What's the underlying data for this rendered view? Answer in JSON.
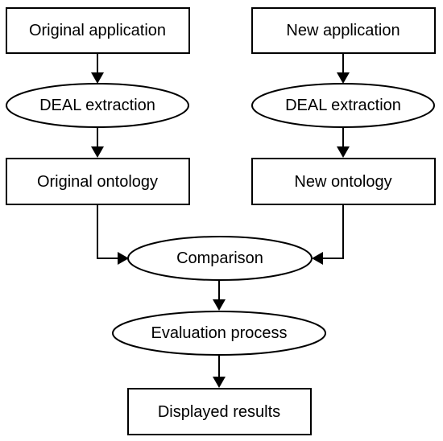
{
  "nodes": {
    "original_application": "Original application",
    "new_application": "New application",
    "deal_extraction_left": "DEAL extraction",
    "deal_extraction_right": "DEAL extraction",
    "original_ontology": "Original ontology",
    "new_ontology": "New ontology",
    "comparison": "Comparison",
    "evaluation_process": "Evaluation process",
    "displayed_results": "Displayed results"
  },
  "edges": [
    [
      "original_application",
      "deal_extraction_left"
    ],
    [
      "deal_extraction_left",
      "original_ontology"
    ],
    [
      "original_ontology",
      "comparison"
    ],
    [
      "new_application",
      "deal_extraction_right"
    ],
    [
      "deal_extraction_right",
      "new_ontology"
    ],
    [
      "new_ontology",
      "comparison"
    ],
    [
      "comparison",
      "evaluation_process"
    ],
    [
      "evaluation_process",
      "displayed_results"
    ]
  ]
}
